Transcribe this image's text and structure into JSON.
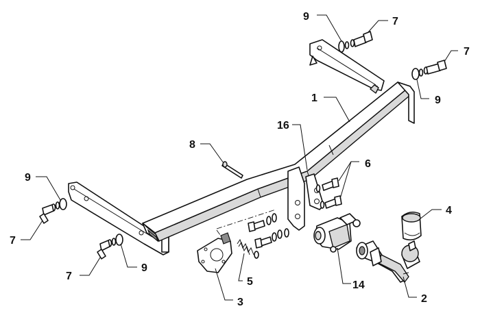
{
  "callouts": {
    "bar": "1",
    "ball": "2",
    "socket_plate": "3",
    "cap": "4",
    "spring": "5",
    "bolts_6": "6",
    "bolt_7_top": "7",
    "bolt_7_right": "7",
    "bolt_7_left": "7",
    "bolt_7_lower": "7",
    "pin_8": "8",
    "washer_9_top": "9",
    "washer_9_right": "9",
    "washer_9_left": "9",
    "washer_9_lower": "9",
    "socket_14": "14",
    "bracket_16": "16"
  },
  "colors": {
    "line": "#111111",
    "fill": "#ffffff",
    "shade": "#d9d9d9",
    "dark": "#8c8c8c"
  }
}
